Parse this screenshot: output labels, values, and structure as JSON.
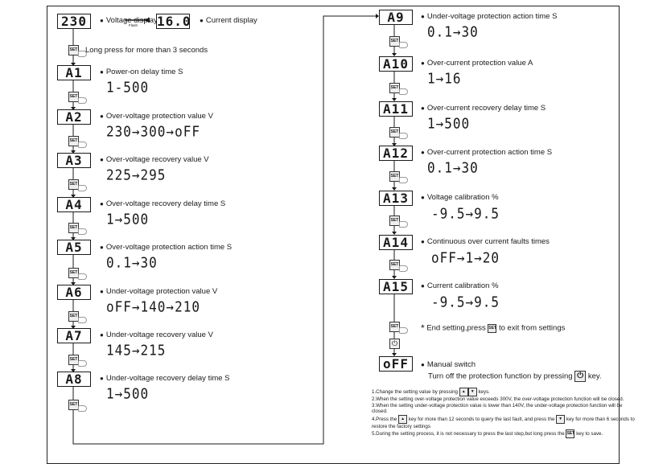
{
  "top": {
    "display_code": "230",
    "voltage_label": "Voltage display",
    "flash_label": "Flash",
    "current_code": "16.0",
    "current_label": "Current display",
    "long_press": "Long press for more than 3 seconds"
  },
  "set_key_label": "SET",
  "left_steps": [
    {
      "code": "A1",
      "label": "Power-on delay time S",
      "range": "1-500"
    },
    {
      "code": "A2",
      "label": "Over-voltage protection value V",
      "range": "230→300→oFF"
    },
    {
      "code": "A3",
      "label": "Over-voltage recovery value V",
      "range": "225→295"
    },
    {
      "code": "A4",
      "label": "Over-voltage recovery delay time S",
      "range": "1→500"
    },
    {
      "code": "A5",
      "label": "Over-voltage protection action time S",
      "range": "0.1→30"
    },
    {
      "code": "A6",
      "label": "Under-voltage protection value V",
      "range": "oFF→140→210"
    },
    {
      "code": "A7",
      "label": "Under-voltage recovery value V",
      "range": "145→215"
    },
    {
      "code": "A8",
      "label": "Under-voltage recovery delay time S",
      "range": "1→500"
    }
  ],
  "right_steps": [
    {
      "code": "A9",
      "label": "Under-voltage protection action time S",
      "range": "0.1→30"
    },
    {
      "code": "A10",
      "label": "Over-current protection value A",
      "range": "1→16"
    },
    {
      "code": "A11",
      "label": "Over-current recovery delay time S",
      "range": "1→500"
    },
    {
      "code": "A12",
      "label": "Over-current protection action time S",
      "range": "0.1→30"
    },
    {
      "code": "A13",
      "label": "Voltage calibration %",
      "range": "-9.5→9.5"
    },
    {
      "code": "A14",
      "label": "Continuous over current faults times",
      "range": "oFF→1→20"
    },
    {
      "code": "A15",
      "label": "Current calibration %",
      "range": "-9.5→9.5"
    }
  ],
  "end": {
    "pre": "End setting,press",
    "post": "to exit from settings",
    "power_glyph": "⏻"
  },
  "off": {
    "code": "oFF",
    "title": "Manual switch",
    "line": "Turn off the protection function by pressing",
    "post": "key."
  },
  "notes": {
    "n1_pre": "1.Change the setting value by pressing",
    "n1_post": "keys.",
    "n2": "2.When the setting over-voltage protection value exceeds 300V, the over-voltage protection function will be closed.",
    "n3": "3.When the setting under-voltage protection value is lower than 140V, the under-voltage protection function will be closed.",
    "n4_pre": "4.Press the",
    "n4_mid": "key for more than 12 seconds to query the last fault, and press the",
    "n4_post": "key for more than 6 seconds to restore the factory settings",
    "n5_pre": "5.During the setting process, it is not necessary to press the last step,but long press the",
    "n5_post": "key to save.",
    "up_glyph": "▲",
    "down_glyph": "▼"
  }
}
